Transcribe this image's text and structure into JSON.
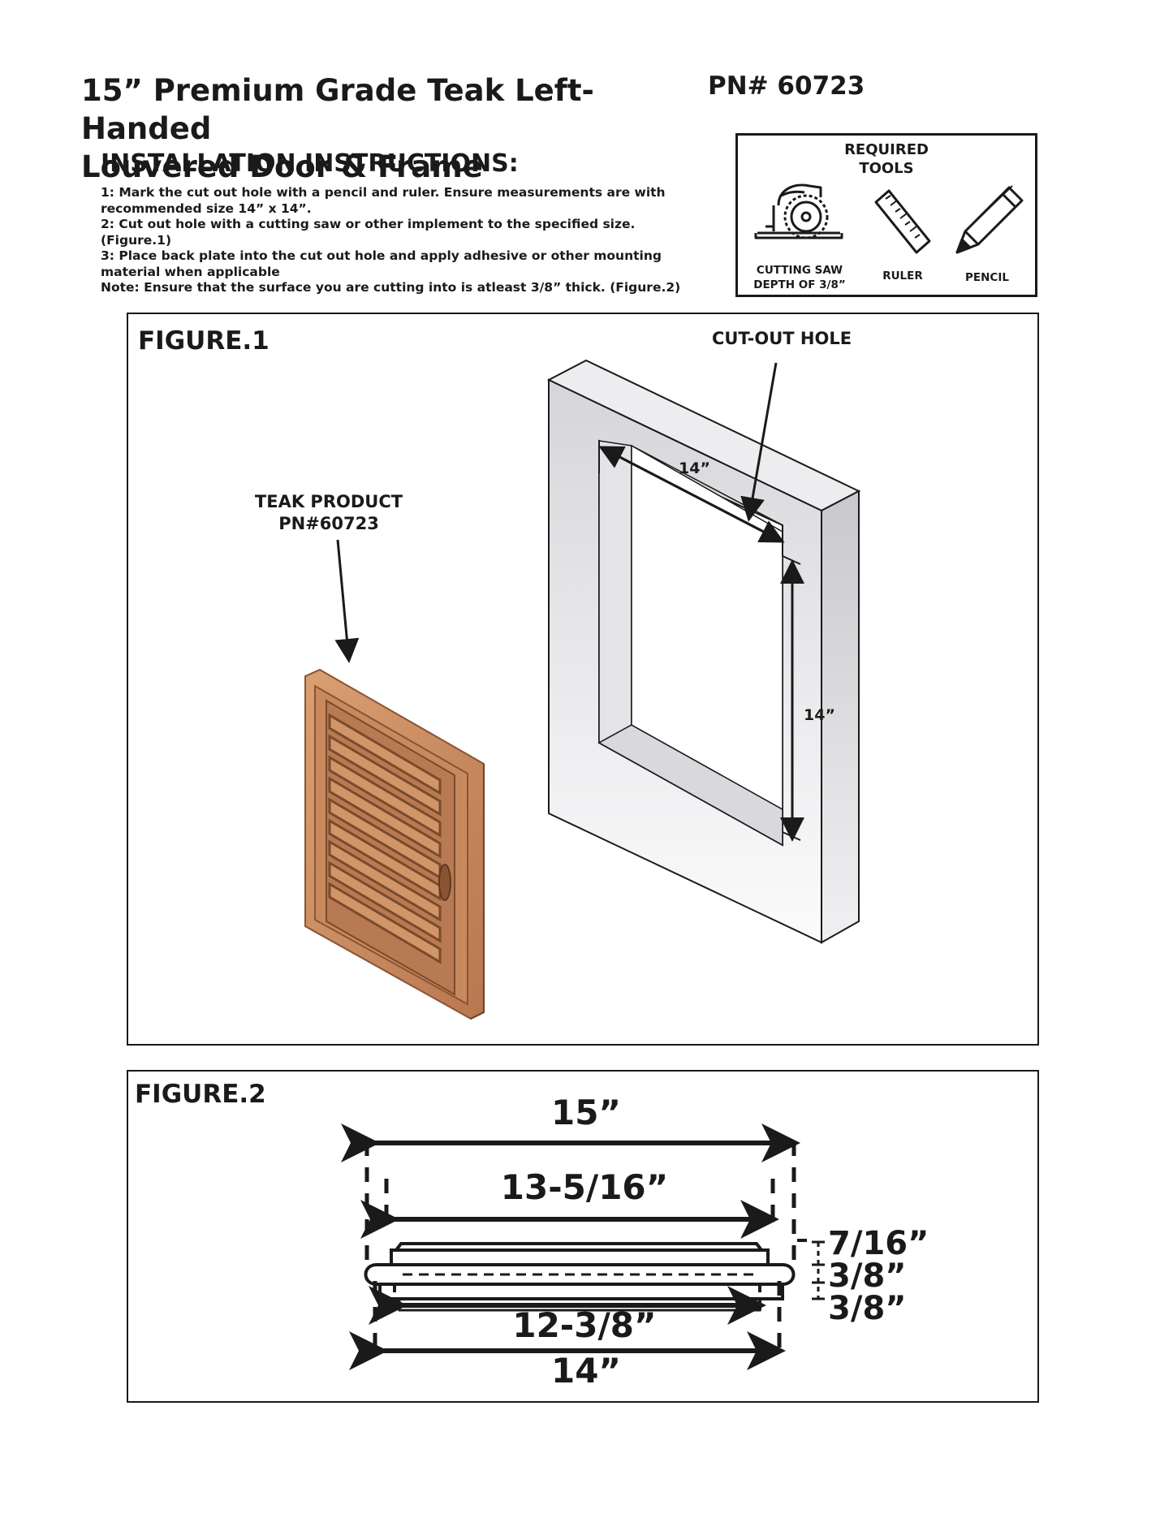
{
  "header": {
    "title_line1": "15” Premium Grade Teak Left-Handed",
    "title_line2": "Louvered Door & Frame",
    "part_number": "PN# 60723"
  },
  "instructions": {
    "heading": "INSTALLATION INSTRUCTIONS:",
    "steps": [
      "1: Mark the cut out hole with a pencil and ruler.  Ensure measurements are with",
      "recommended size 14” x 14”.",
      "2: Cut out hole with a cutting saw or other implement to the specified size. (Figure.1)",
      "3: Place back plate into the cut out hole and apply adhesive or other mounting",
      "material when applicable",
      "Note: Ensure that the surface you are cutting into is atleast 3/8” thick. (Figure.2)"
    ]
  },
  "tools": {
    "title_line1": "REQUIRED",
    "title_line2": "TOOLS",
    "items": [
      {
        "label_line1": "CUTTING SAW",
        "label_line2": "DEPTH OF 3/8”",
        "icon": "circular-saw-icon"
      },
      {
        "label_line1": "RULER",
        "label_line2": "",
        "icon": "ruler-icon"
      },
      {
        "label_line1": "PENCIL",
        "label_line2": "",
        "icon": "pencil-icon"
      }
    ]
  },
  "figure1": {
    "title": "FIGURE.1",
    "cutout_label": "CUT-OUT HOLE",
    "product_label_line1": "TEAK PRODUCT",
    "product_label_line2": "PN#60723",
    "width_label": "14”",
    "height_label": "14”",
    "colors": {
      "teak": "#c98a5e",
      "teak_dark": "#9a5f3a",
      "frame": "#e6e6e8"
    }
  },
  "figure2": {
    "title": "FIGURE.2",
    "overall_width": "15”",
    "door_width": "13-5/16”",
    "back_width": "12-3/8”",
    "cutout_width": "14”",
    "thickness_top": "7/16”",
    "thickness_mid": "3/8”",
    "thickness_bottom": "3/8”"
  }
}
